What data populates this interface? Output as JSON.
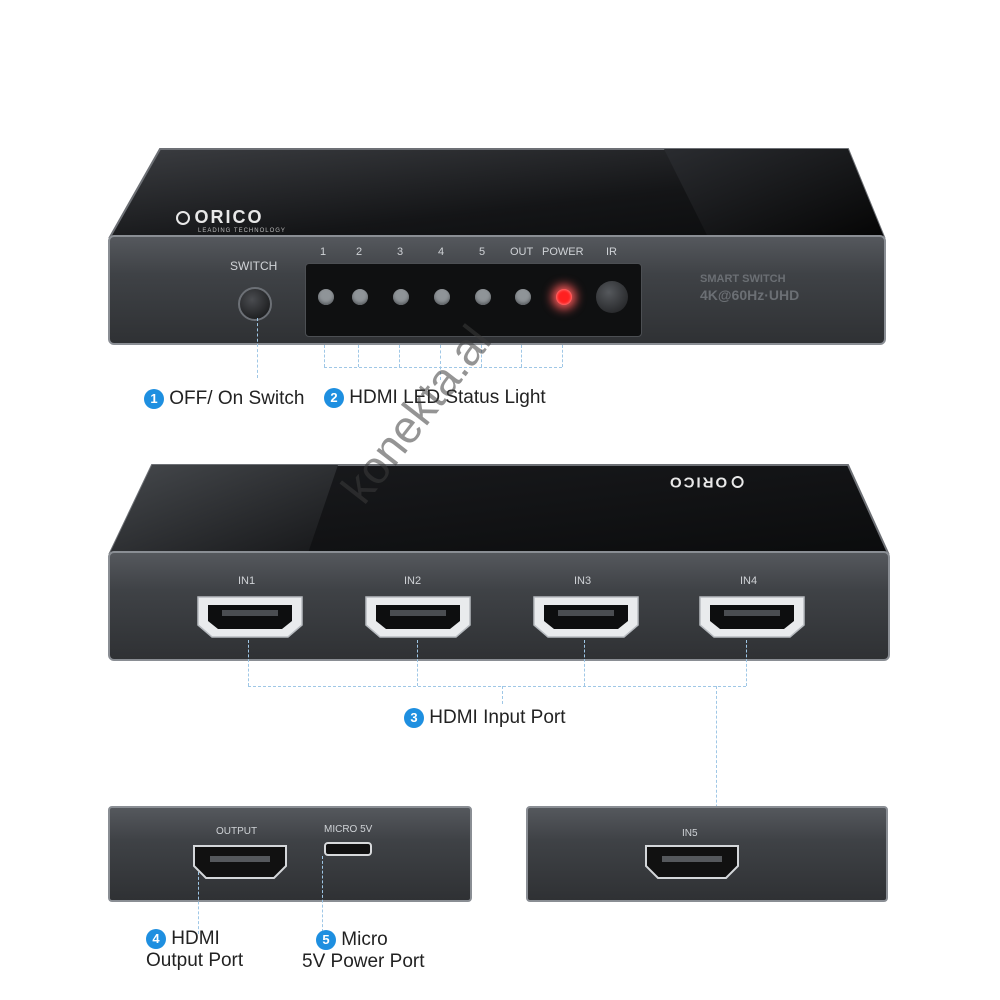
{
  "brand": {
    "name": "ORICO",
    "tagline": "LEADING TECHNOLOGY"
  },
  "front_panel": {
    "switch_label": "SWITCH",
    "led_labels": [
      "1",
      "2",
      "3",
      "4",
      "5",
      "OUT",
      "POWER"
    ],
    "ir_label": "IR",
    "product_line1": "SMART SWITCH",
    "product_line2": "4K@60Hz·UHD"
  },
  "back_panel": {
    "port_labels": [
      "IN1",
      "IN2",
      "IN3",
      "IN4"
    ]
  },
  "side_left": {
    "output_label": "OUTPUT",
    "micro_label": "MICRO 5V"
  },
  "side_right": {
    "in5_label": "IN5"
  },
  "callouts": {
    "c1_num": "1",
    "c1_text": "OFF/ On Switch",
    "c2_num": "2",
    "c2_text": "HDMI  LED Status Light",
    "c3_num": "3",
    "c3_text": "HDMI Input Port",
    "c4_num": "4",
    "c4_line1": "HDMI",
    "c4_line2": "Output Port",
    "c5_num": "5",
    "c5_line1": "Micro",
    "c5_line2": "5V Power Port"
  },
  "watermark": "konekta.al",
  "colors": {
    "accent": "#1e8fe0",
    "led_on": "#ff2020",
    "led_off": "#8f9498"
  }
}
